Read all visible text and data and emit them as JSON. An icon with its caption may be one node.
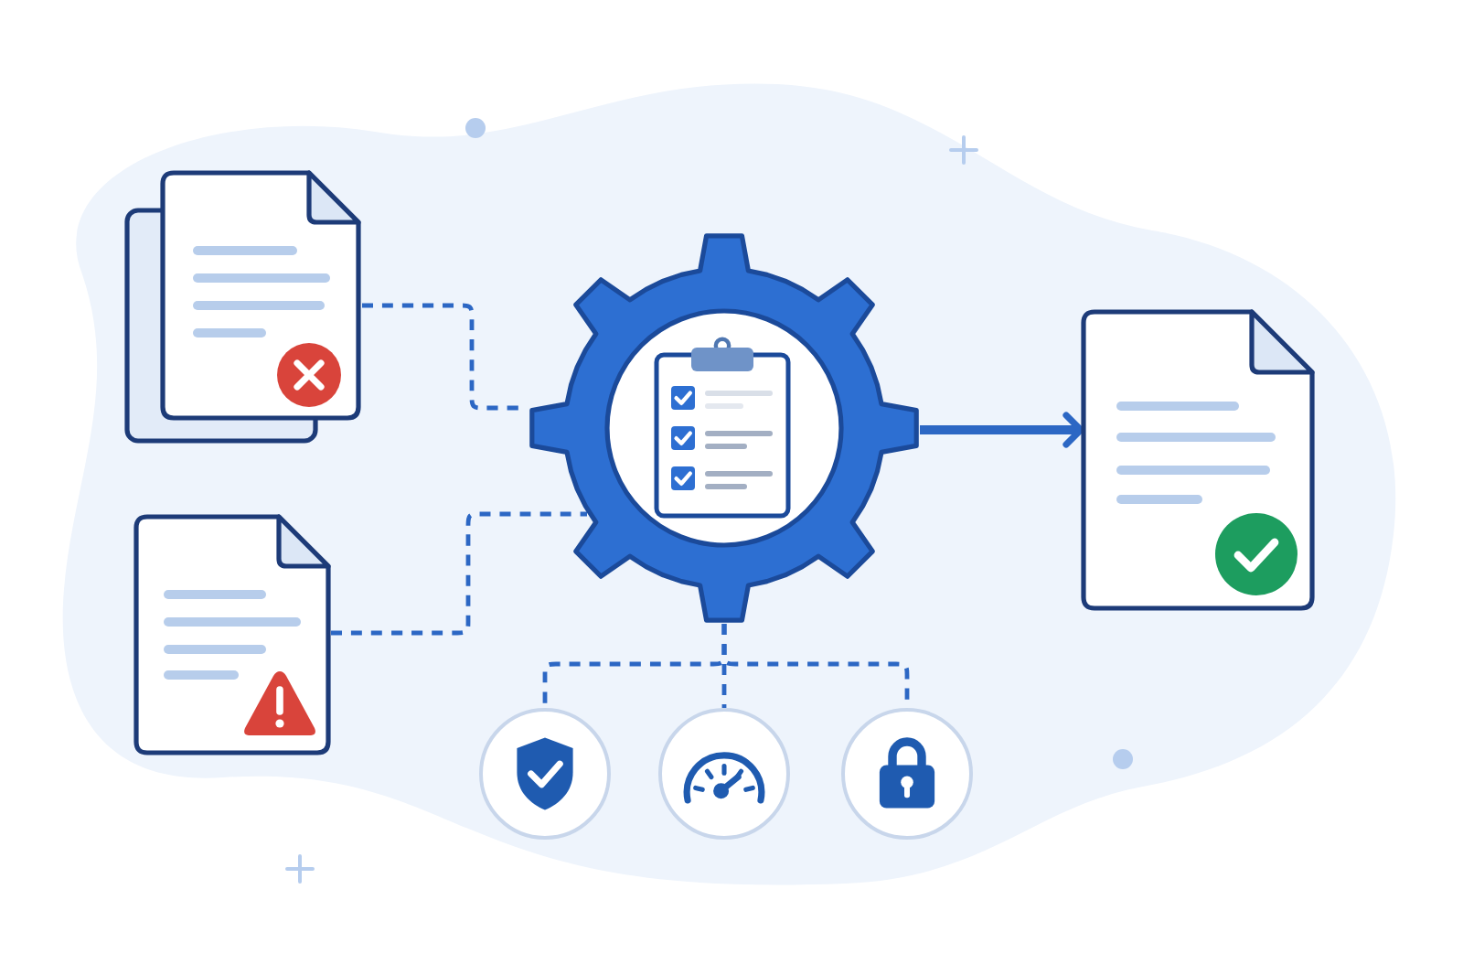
{
  "diagram": {
    "nodes": [
      {
        "text": [],
        "shape": "picture"
      },
      {
        "text": [],
        "shape": "picture"
      },
      {
        "text": [],
        "shape": "picture"
      },
      {
        "text": [],
        "shape": "picture"
      },
      {
        "text": [],
        "shape": "circle"
      },
      {
        "text": [],
        "shape": "circle"
      },
      {
        "text": [],
        "shape": "circle"
      }
    ],
    "edges": [
      {
        "from": 0,
        "to": 2,
        "arrow": "none",
        "style": "dashed"
      },
      {
        "from": 1,
        "to": 2,
        "arrow": "none",
        "style": "dashed"
      },
      {
        "from": 2,
        "to": 3,
        "arrow": "to",
        "style": "thick"
      },
      {
        "from": 2,
        "to": 4,
        "arrow": "none",
        "style": "dashed"
      },
      {
        "from": 2,
        "to": 5,
        "arrow": "none",
        "style": "dashed"
      },
      {
        "from": 2,
        "to": 6,
        "arrow": "none",
        "style": "dashed"
      }
    ]
  }
}
